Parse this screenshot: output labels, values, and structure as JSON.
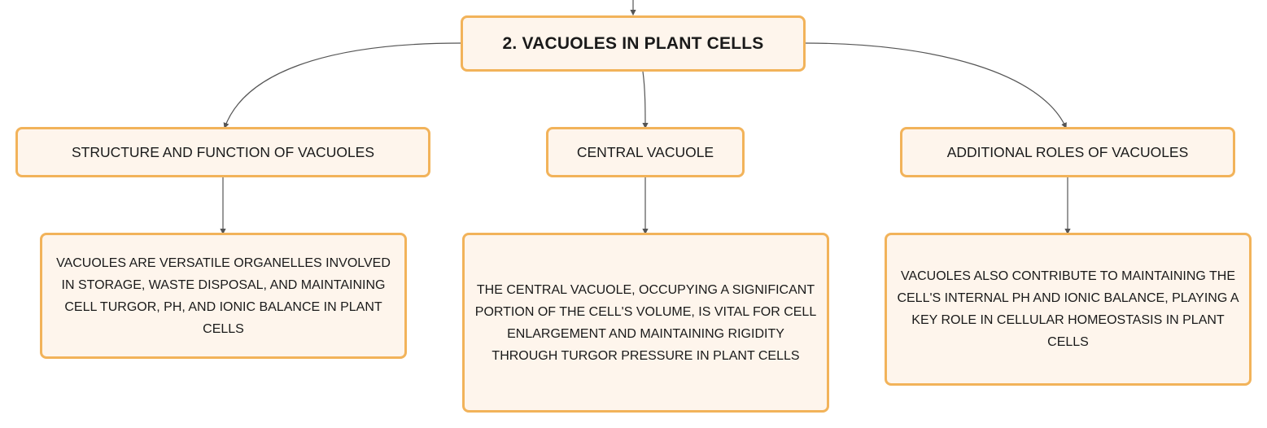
{
  "root": {
    "title": "2. VACUOLES IN PLANT CELLS"
  },
  "branches": [
    {
      "topic": "STRUCTURE AND FUNCTION OF VACUOLES",
      "detail": "VACUOLES ARE VERSATILE ORGANELLES INVOLVED IN STORAGE, WASTE DISPOSAL, AND MAINTAINING CELL TURGOR, PH, AND IONIC BALANCE IN PLANT CELLS"
    },
    {
      "topic": "CENTRAL VACUOLE",
      "detail": "THE CENTRAL VACUOLE, OCCUPYING A SIGNIFICANT PORTION OF THE CELL'S VOLUME, IS VITAL FOR CELL ENLARGEMENT AND MAINTAINING RIGIDITY THROUGH TURGOR PRESSURE IN PLANT CELLS"
    },
    {
      "topic": "ADDITIONAL ROLES OF VACUOLES",
      "detail": "VACUOLES ALSO CONTRIBUTE TO MAINTAINING THE CELL'S INTERNAL PH AND IONIC BALANCE, PLAYING A KEY ROLE IN CELLULAR HOMEOSTASIS IN PLANT CELLS"
    }
  ],
  "colors": {
    "node_fill": "#fef5ec",
    "node_border": "#f2b35a",
    "connector": "#555555",
    "text": "#1a1a1a"
  }
}
